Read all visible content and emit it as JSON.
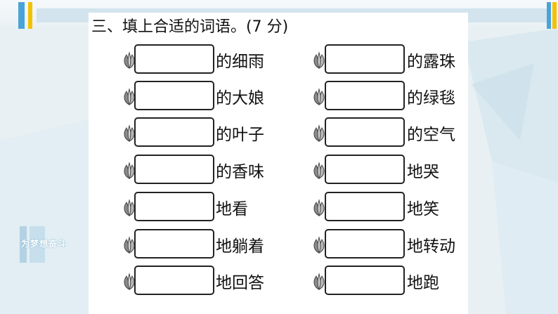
{
  "heading": "三、填上合适的词语。(7 分)",
  "watermark_text": "为梦想奋斗",
  "left_items": [
    {
      "suffix": "的细雨"
    },
    {
      "suffix": "的大娘"
    },
    {
      "suffix": "的叶子"
    },
    {
      "suffix": "的香味"
    },
    {
      "suffix": "地看"
    },
    {
      "suffix": "地躺着"
    },
    {
      "suffix": "地回答"
    }
  ],
  "right_items": [
    {
      "suffix": "的露珠"
    },
    {
      "suffix": "的绿毯"
    },
    {
      "suffix": "的空气"
    },
    {
      "suffix": "地哭"
    },
    {
      "suffix": "地笑"
    },
    {
      "suffix": "地转动"
    },
    {
      "suffix": "地跑"
    }
  ],
  "colors": {
    "accent_blue": "#4aa3d6",
    "accent_yellow": "#f2c200",
    "background": "#e8f0f4",
    "card": "#ffffff",
    "text": "#111111"
  },
  "icons": {
    "bullet": "leaf-icon"
  }
}
